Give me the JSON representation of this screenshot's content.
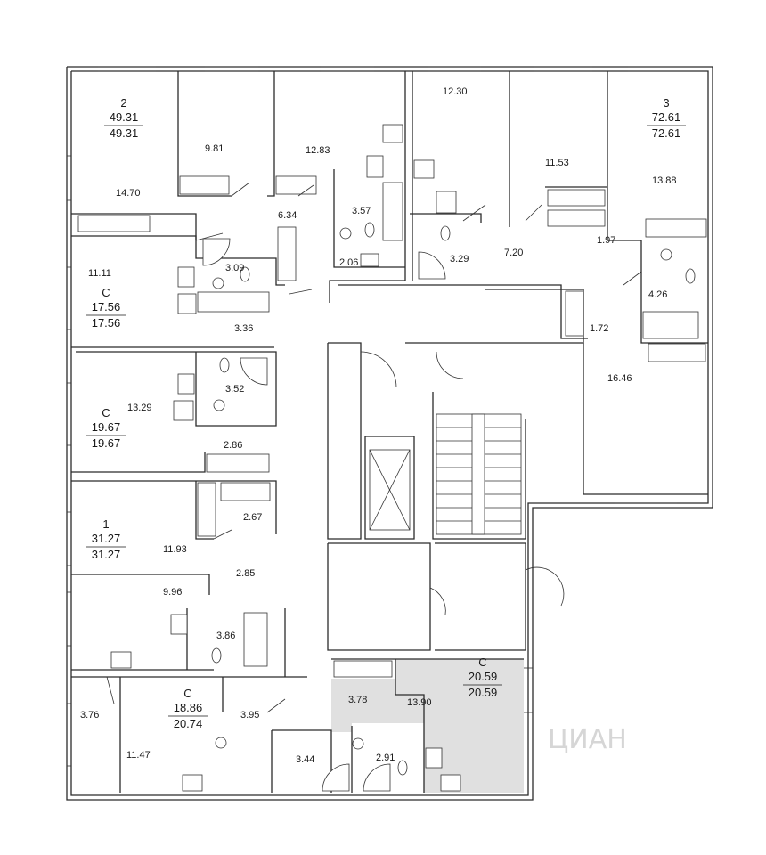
{
  "apartments": [
    {
      "id": "apt-2",
      "type": "2",
      "total": "49.31",
      "living": "49.31"
    },
    {
      "id": "apt-3",
      "type": "3",
      "total": "72.61",
      "living": "72.61"
    },
    {
      "id": "apt-studio-a",
      "type": "С",
      "total": "17.56",
      "living": "17.56"
    },
    {
      "id": "apt-studio-b",
      "type": "С",
      "total": "19.67",
      "living": "19.67"
    },
    {
      "id": "apt-1",
      "type": "1",
      "total": "31.27",
      "living": "31.27"
    },
    {
      "id": "apt-studio-c",
      "type": "С",
      "total": "18.86",
      "living": "20.74"
    },
    {
      "id": "apt-studio-d",
      "type": "С",
      "total": "20.59",
      "living": "20.59",
      "highlighted": true
    }
  ],
  "room_areas": [
    "14.70",
    "9.81",
    "12.83",
    "6.34",
    "3.57",
    "2.06",
    "12.30",
    "3.29",
    "7.20",
    "11.53",
    "1.97",
    "13.88",
    "4.26",
    "1.72",
    "16.46",
    "11.11",
    "3.09",
    "3.36",
    "13.29",
    "3.52",
    "2.86",
    "11.93",
    "2.67",
    "2.85",
    "9.96",
    "3.86",
    "3.76",
    "11.47",
    "3.95",
    "3.44",
    "3.78",
    "13.90",
    "2.91"
  ],
  "colors": {
    "wall": "#2b2b2b",
    "highlight": "#e0e0e0",
    "background": "#ffffff"
  },
  "watermark": {
    "text": "ЦИАН"
  }
}
